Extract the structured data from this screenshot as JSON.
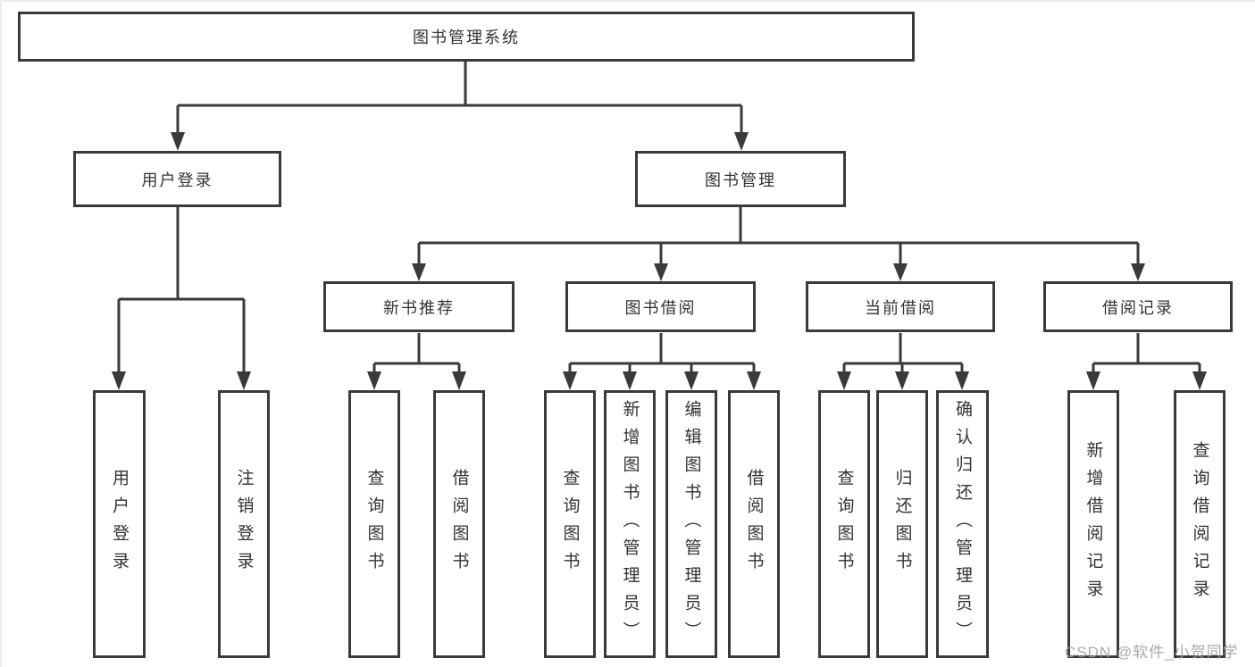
{
  "root": {
    "label": "图书管理系统"
  },
  "level1": [
    {
      "label": "用户登录"
    },
    {
      "label": "图书管理"
    }
  ],
  "level2": [
    {
      "label": "新书推荐"
    },
    {
      "label": "图书借阅"
    },
    {
      "label": "当前借阅"
    },
    {
      "label": "借阅记录"
    }
  ],
  "leaves": [
    {
      "label": "用户登录"
    },
    {
      "label": "注销登录"
    },
    {
      "label": "查询图书"
    },
    {
      "label": "借阅图书"
    },
    {
      "label": "查询图书"
    },
    {
      "label": "新增图书（管理员）"
    },
    {
      "label": "编辑图书（管理员）"
    },
    {
      "label": "借阅图书"
    },
    {
      "label": "查询图书"
    },
    {
      "label": "归还图书"
    },
    {
      "label": "确认归还（管理员）"
    },
    {
      "label": "新增借阅记录"
    },
    {
      "label": "查询借阅记录"
    }
  ],
  "watermark": "CSDN @软件_小贺同学",
  "colors": {
    "line": "#3a3a3a",
    "text": "#333333",
    "background": "#ffffff",
    "watermark": "#9e9e9e"
  }
}
